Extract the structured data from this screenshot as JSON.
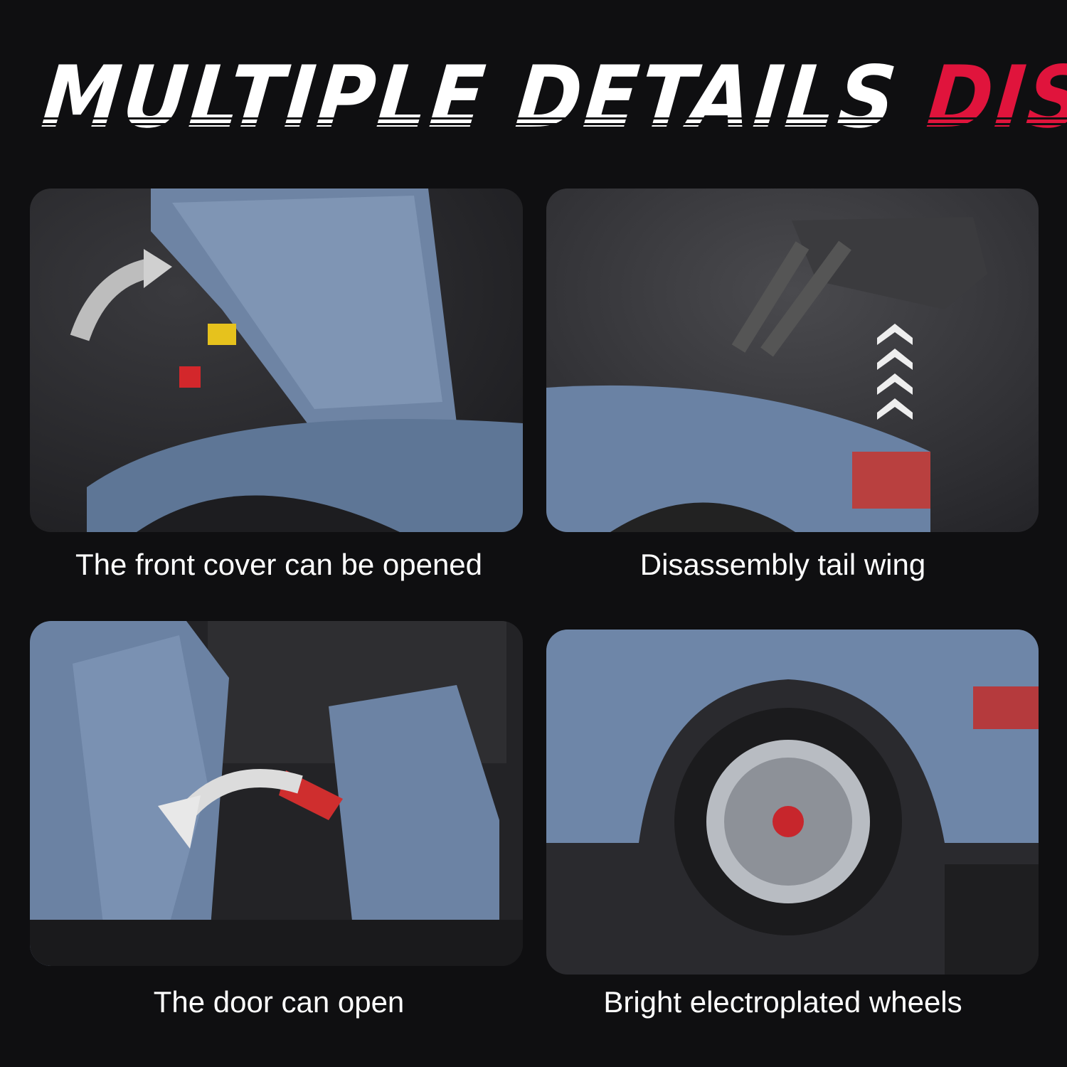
{
  "header": {
    "title_white": "MULTIPLE DETAILS",
    "title_red": "DISPLAY",
    "accent_color": "#e0143c"
  },
  "panels": [
    {
      "caption": "The front cover can be opened"
    },
    {
      "caption": "Disassembly tail wing"
    },
    {
      "caption": "The door can open"
    },
    {
      "caption": "Bright electroplated wheels"
    }
  ]
}
